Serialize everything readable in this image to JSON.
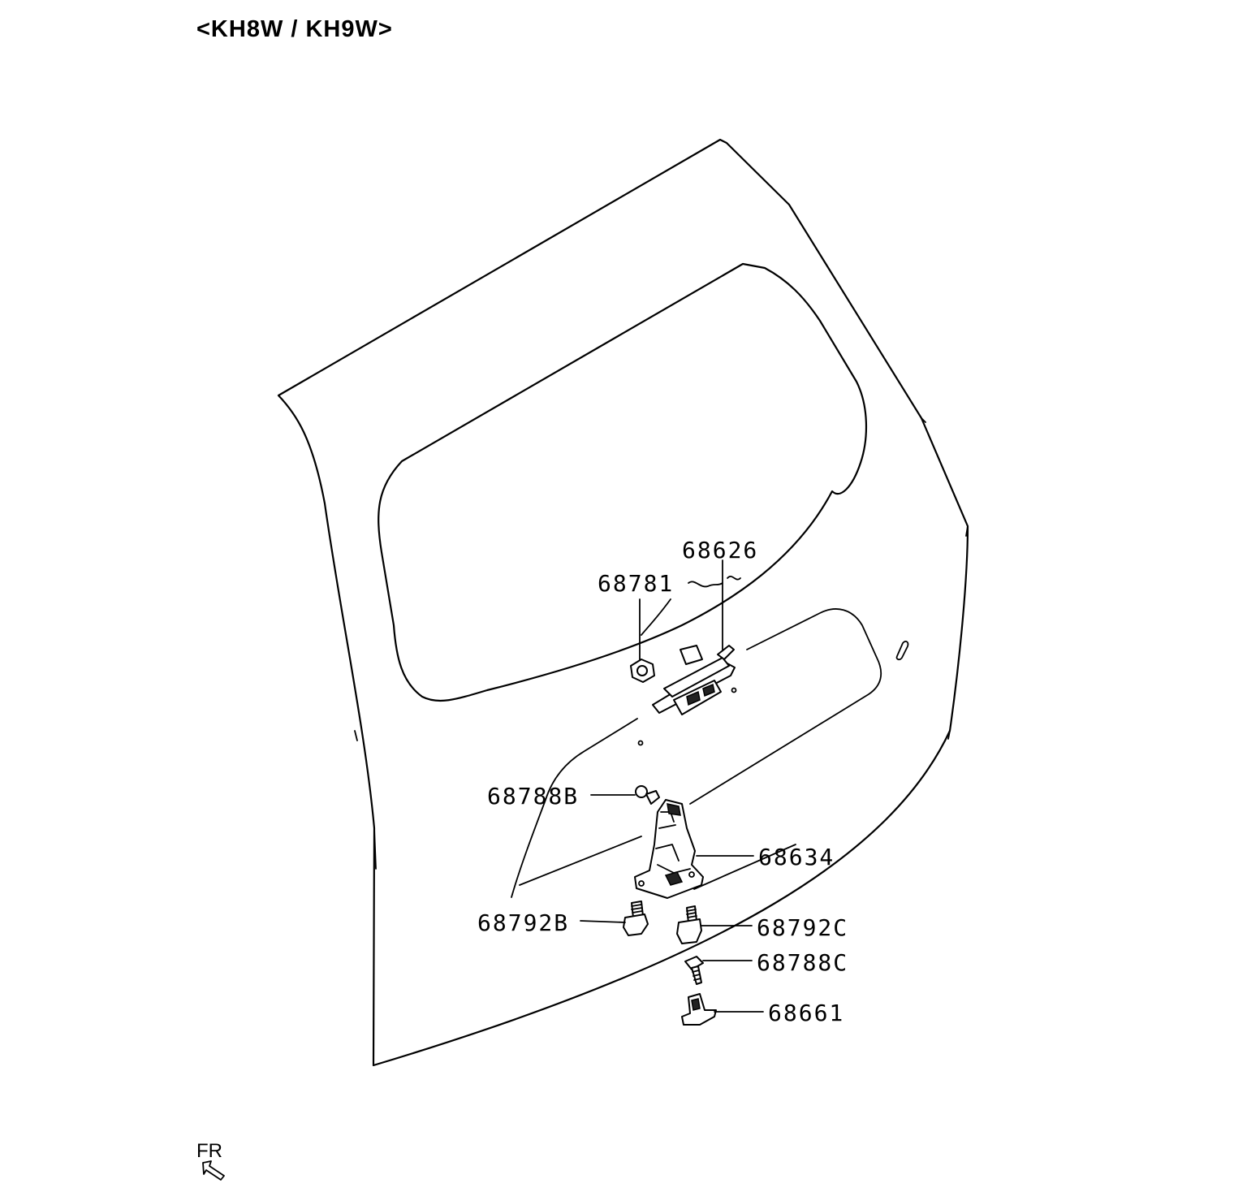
{
  "title": "<KH8W / KH9W>",
  "fr_label": "FR",
  "callouts": {
    "p68626": "68626",
    "p68781": "68781",
    "p68788B": "68788B",
    "p68634": "68634",
    "p68792B": "68792B",
    "p68792C": "68792C",
    "p68788C": "68788C",
    "p68661": "68661"
  }
}
